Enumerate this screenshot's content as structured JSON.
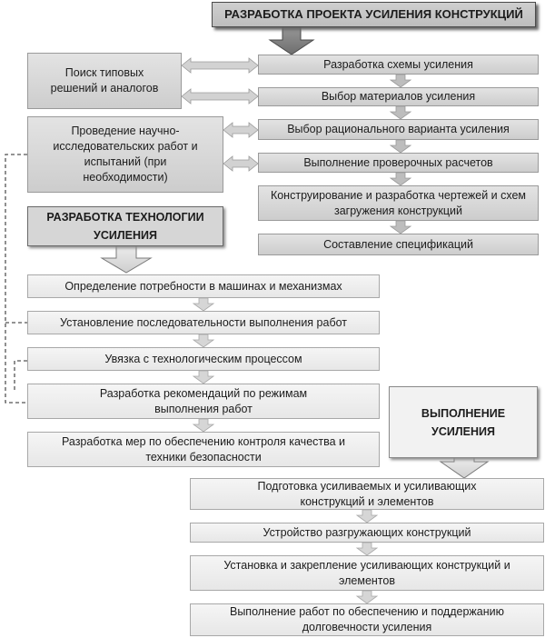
{
  "headers": {
    "design": "РАЗРАБОТКА ПРОЕКТА УСИЛЕНИЯ КОНСТРУКЦИЙ",
    "technology": "РАЗРАБОТКА ТЕХНОЛОГИИ УСИЛЕНИЯ",
    "execution": "ВЫПОЛНЕНИЕ УСИЛЕНИЯ"
  },
  "side_boxes": {
    "typical_solutions": "Поиск типовых решений и аналогов",
    "research": "Проведение научно-исследовательских работ и испытаний (при необходимости)"
  },
  "design_steps": [
    "Разработка схемы усиления",
    "Выбор материалов усиления",
    "Выбор рационального варианта усиления",
    "Выполнение проверочных расчетов",
    "Конструирование и разработка чертежей и схем загружения конструкций",
    "Составление спецификаций"
  ],
  "technology_steps": [
    "Определение потребности в машинах и механизмах",
    "Установление последовательности выполнения работ",
    "Увязка с технологическим процессом",
    "Разработка рекомендаций по режимам выполнения работ",
    "Разработка мер по обеспечению контроля качества и техники безопасности"
  ],
  "execution_steps": [
    "Подготовка усиливаемых и усиливающих конструкций и элементов",
    "Устройство разгружающих конструкций",
    "Установка и закрепление усиливающих конструкций и элементов",
    "Выполнение работ по обеспечению и поддержанию долговечности усиления"
  ],
  "colors": {
    "box_fill": "#d8d8d8",
    "box_fill_light": "#ededed",
    "arrow_fill": "#bdbdbd",
    "border": "#9a9a9a",
    "dashed_line": "#555555"
  }
}
